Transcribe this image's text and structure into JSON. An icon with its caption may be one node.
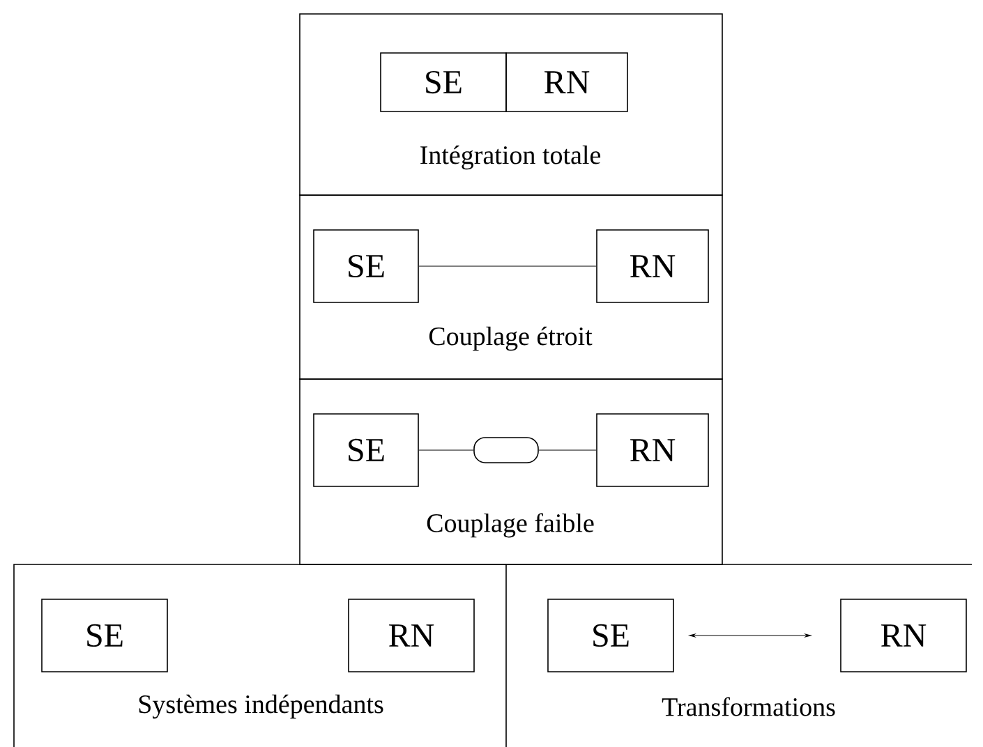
{
  "diagram": {
    "nodes": [
      {
        "text": [
          "Intégration totale"
        ]
      },
      {
        "text": [
          "SE"
        ],
        "in": 0
      },
      {
        "text": [
          "RN"
        ],
        "in": 0
      },
      {
        "text": [
          "Couplage étroit"
        ]
      },
      {
        "text": [
          "SE"
        ],
        "in": 3
      },
      {
        "text": [
          "RN"
        ],
        "in": 3
      },
      {
        "text": [
          "Couplage faible"
        ]
      },
      {
        "text": [
          "SE"
        ],
        "in": 6
      },
      {
        "text": [],
        "shape": "box",
        "in": 6
      },
      {
        "text": [
          "RN"
        ],
        "in": 6
      },
      {
        "text": [
          "Systèmes indépendants"
        ]
      },
      {
        "text": [
          "SE"
        ],
        "in": 10
      },
      {
        "text": [
          "RN"
        ],
        "in": 10
      },
      {
        "text": [
          "Transformations"
        ]
      },
      {
        "text": [
          "SE"
        ],
        "in": 13
      },
      {
        "text": [
          "RN"
        ],
        "in": 13
      }
    ],
    "edges": [
      {
        "from": 4,
        "to": 5,
        "arrow": "none"
      },
      {
        "from": 7,
        "to": 8,
        "arrow": "none"
      },
      {
        "from": 8,
        "to": 9,
        "arrow": "none"
      },
      {
        "from": 14,
        "to": 15,
        "arrow": "both"
      }
    ]
  }
}
